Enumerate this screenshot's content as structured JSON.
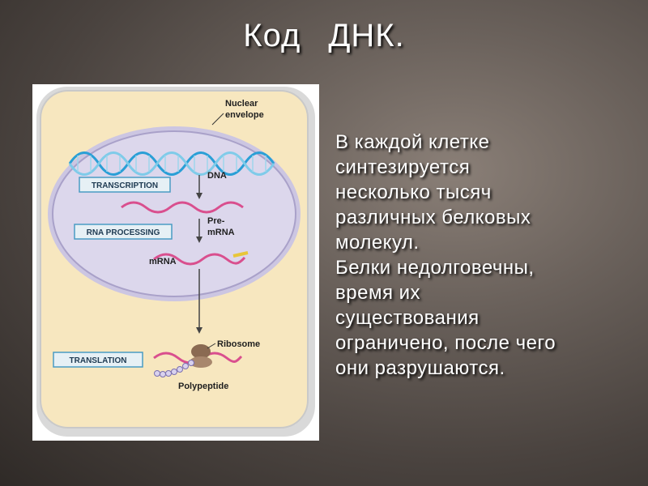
{
  "slide": {
    "title_word1": "Код",
    "title_word2": "ДНК.",
    "body_lines": [
      "В каждой клетке",
      "синтезируется",
      "несколько тысяч",
      "различных белковых",
      "молекул.",
      "Белки недолговечны,",
      "время их",
      "существования",
      "ограничено, после чего",
      "они разрушаются."
    ]
  },
  "diagram": {
    "nuclear_envelope_line1": "Nuclear",
    "nuclear_envelope_line2": "envelope",
    "transcription_label": "TRANSCRIPTION",
    "dna_label": "DNA",
    "rna_processing_label": "RNA PROCESSING",
    "pre_mrna_line1": "Pre-",
    "pre_mrna_line2": "mRNA",
    "mrna_label": "mRNA",
    "translation_label": "TRANSLATION",
    "ribosome_label": "Ribosome",
    "polypeptide_label": "Polypeptide",
    "colors": {
      "cell": "#f7e7bf",
      "cell_border": "#c9c9c9",
      "nucleus": "#dcd7ec",
      "nucleus_border": "#a9a1c9",
      "dna": "#2a9fd6",
      "rna": "#d94f8e",
      "box_fill": "#e6f0f5",
      "box_border": "#4a9cc4"
    }
  }
}
